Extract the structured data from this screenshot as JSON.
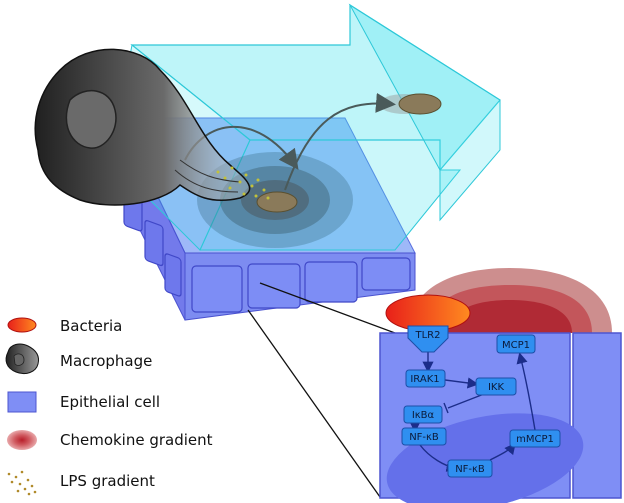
{
  "legend": {
    "items": [
      {
        "id": "bacteria",
        "label": "Bacteria"
      },
      {
        "id": "macrophage",
        "label": "Macrophage"
      },
      {
        "id": "epithelial",
        "label": "Epithelial cell"
      },
      {
        "id": "chemokine",
        "label": "Chemokine gradient"
      },
      {
        "id": "lps",
        "label": "LPS gradient"
      }
    ]
  },
  "pathway": {
    "nodes": {
      "tlr2": "TLR2",
      "irak1": "IRAK1",
      "ikk": "IKK",
      "ikba": "IκBα",
      "nfkb_top": "NF-κB",
      "nfkb_bottom": "NF-κB",
      "mmcp1": "mMCP1",
      "mcp1": "MCP1"
    }
  },
  "colors": {
    "bacteria": "#e8301c",
    "epithelial": "#6f7ff0",
    "chemokine": "#c24a4e",
    "flow_arrow": "#46e2ee",
    "node_fill": "#2f8ff0",
    "lps_dots": "#b08a2a"
  }
}
